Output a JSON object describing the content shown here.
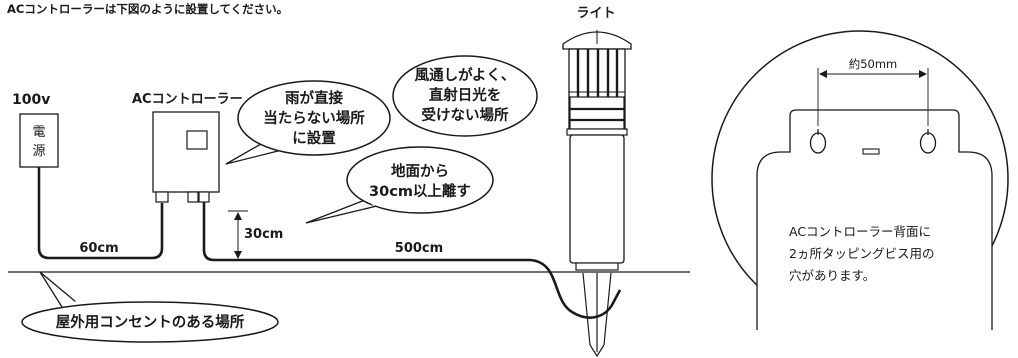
{
  "header": {
    "instruction": "ACコントローラーは下図のように設置してください。"
  },
  "labels": {
    "power_voltage": "100v",
    "outlet_char_1": "電",
    "outlet_char_2": "源",
    "controller_title": "ACコントローラー",
    "light_title": "ライト",
    "dist_power_to_controller": "60cm",
    "dist_controller_to_light": "500cm",
    "height_above_ground": "30cm"
  },
  "bubbles": {
    "rain": [
      "雨が直接",
      "当たらない場所",
      "に設置"
    ],
    "ventilation": [
      "風通しがよく、",
      "直射日光を",
      "受けない場所"
    ],
    "ground": [
      "地面から",
      "30cm以上離す"
    ],
    "outdoor_outlet": "屋外用コンセントのある場所"
  },
  "back_view": {
    "hole_spacing": "約50mm",
    "note": [
      "ACコントローラー背面に",
      "2ヵ所タッピングビス用の",
      "穴があります。"
    ]
  }
}
